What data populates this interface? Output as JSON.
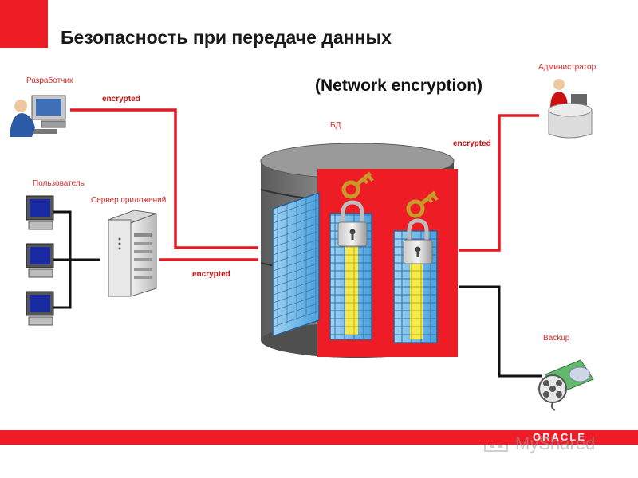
{
  "header": {
    "title": "Безопасность при передаче данных",
    "subtitle": "(Network encryption)"
  },
  "nodes": {
    "developer": "Разработчик",
    "user": "Пользователь",
    "app_server": "Сервер приложений",
    "database": "БД",
    "administrator": "Администратор",
    "backup": "Backup"
  },
  "links": {
    "developer_enc": "encrypted",
    "app_server_enc": "encrypted",
    "administrator_enc": "encrypted"
  },
  "footer": {
    "brand": "ORACLE",
    "watermark": "MyShared"
  },
  "colors": {
    "accent_red": "#ee1c25",
    "line_red": "#e11b22",
    "db_gray": "#6f6f6f"
  }
}
